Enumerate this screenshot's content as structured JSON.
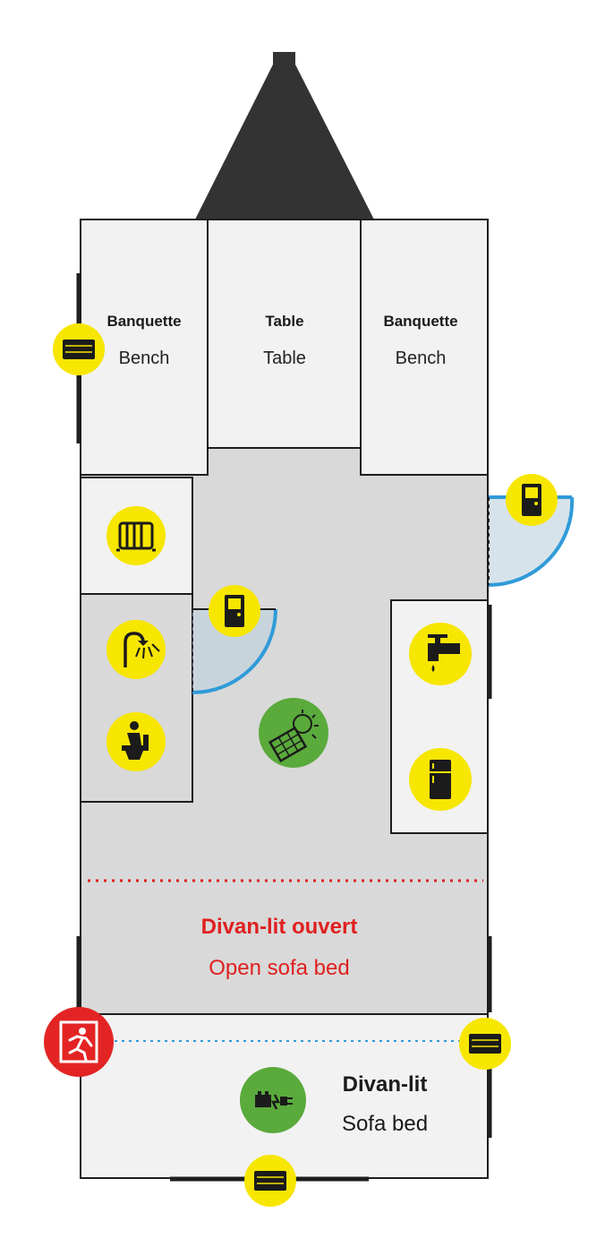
{
  "colors": {
    "interior": "#d9d9d9",
    "furniture": "#f2f2f2",
    "wall": "#1e1e1e",
    "roof": "#333333",
    "door_arc": "#2f9bd8",
    "yellow_icon": "#f7e600",
    "green_icon": "#5aaa3c",
    "red_icon": "#e32424",
    "sofa_line": "#e02020",
    "dotted_blue": "#2f9bd8",
    "red_text": "#e02020"
  },
  "areas": {
    "bench_left": {
      "label_fr": "Banquette",
      "label_en": "Bench"
    },
    "table": {
      "label_fr": "Table",
      "label_en": "Table"
    },
    "bench_right": {
      "label_fr": "Banquette",
      "label_en": "Bench"
    },
    "sofa_open": {
      "label_fr": "Divan-lit ouvert",
      "label_en": "Open sofa bed"
    },
    "sofa": {
      "label_fr": "Divan-lit",
      "label_en": "Sofa bed"
    }
  },
  "icons": {
    "window": "window-icon",
    "door": "door-icon",
    "heater": "heater-icon",
    "shower": "shower-icon",
    "toilet": "toilet-icon",
    "solar": "solar-panel-icon",
    "tap": "tap-icon",
    "fridge": "fridge-icon",
    "exit": "emergency-exit-icon",
    "battery": "battery-charger-icon"
  }
}
